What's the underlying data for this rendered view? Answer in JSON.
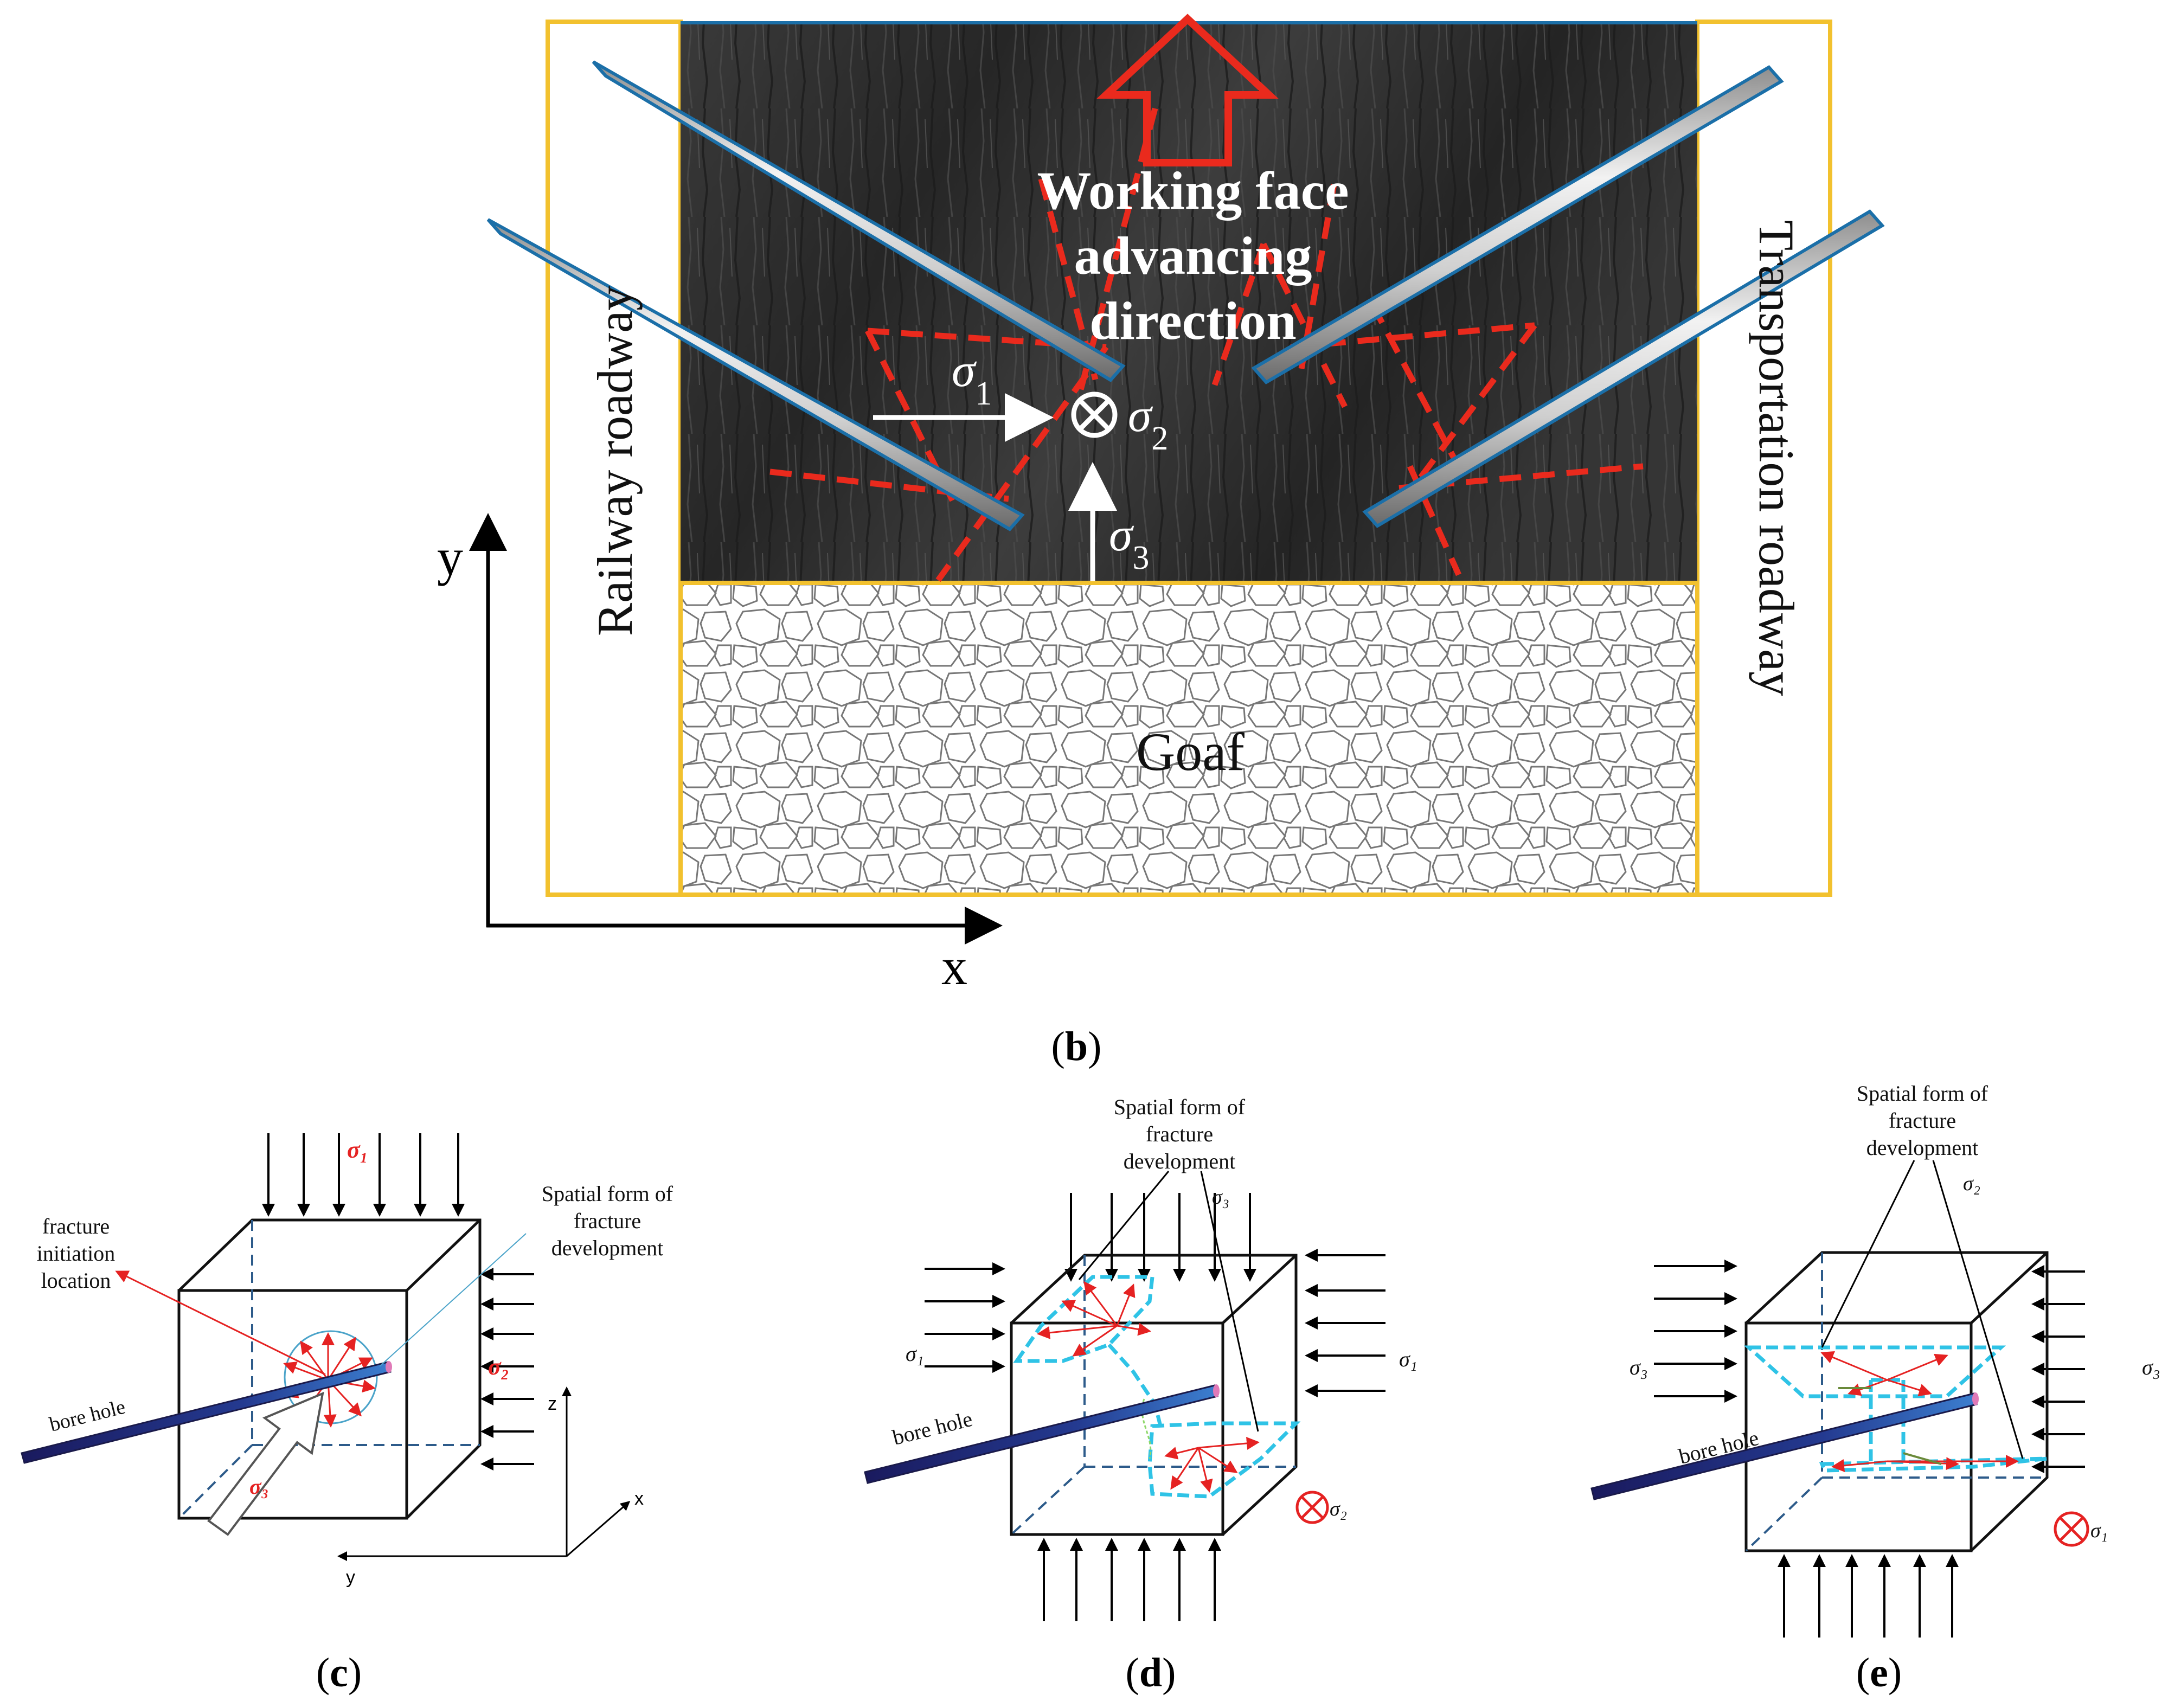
{
  "panel_b": {
    "railway_label": "Railway roadway",
    "transport_label": "Transportation roadway",
    "face_line1": "Working face",
    "face_line2": "advancing",
    "face_line3": "direction",
    "goaf_label": "Goaf",
    "sigma1": "σ",
    "sigma1_sub": "1",
    "sigma2": "σ",
    "sigma2_sub": "2",
    "sigma3": "σ",
    "sigma3_sub": "3",
    "axis_y": "y",
    "axis_x": "x",
    "caption_open": "(",
    "caption_letter": "b",
    "caption_close": ")",
    "colors": {
      "frame": "#f2c12e",
      "coal": "#2e2e2e",
      "fracture": "#ea2a1d",
      "borehole_edge": "#1b6fa8"
    }
  },
  "panel_c": {
    "sigma1": "σ₁",
    "sigma2": "σ₂",
    "sigma3": "σ₃",
    "spatial_line1": "Spatial form of",
    "spatial_line2": "fracture",
    "spatial_line3": "development",
    "initiation_line1": "fracture",
    "initiation_line2": "initiation",
    "initiation_line3": "location",
    "bore_hole": "bore hole",
    "axis_z": "z",
    "axis_x": "x",
    "axis_y": "y",
    "caption_open": "(",
    "caption_letter": "c",
    "caption_close": ")"
  },
  "panel_d": {
    "spatial_line1": "Spatial form of",
    "spatial_line2": "fracture",
    "spatial_line3": "development",
    "sigma3": "σ₃",
    "sigma1_left": "σ₁",
    "sigma1_right": "σ₁",
    "sigma2": "σ₂",
    "bore_hole": "bore hole",
    "caption_open": "(",
    "caption_letter": "d",
    "caption_close": ")"
  },
  "panel_e": {
    "spatial_line1": "Spatial form of",
    "spatial_line2": "fracture",
    "spatial_line3": "development",
    "sigma2": "σ₂",
    "sigma3_left": "σ₃",
    "sigma3_right": "σ₃",
    "sigma1": "σ₁",
    "bore_hole": "bore hole",
    "caption_open": "(",
    "caption_letter": "e",
    "caption_close": ")"
  }
}
